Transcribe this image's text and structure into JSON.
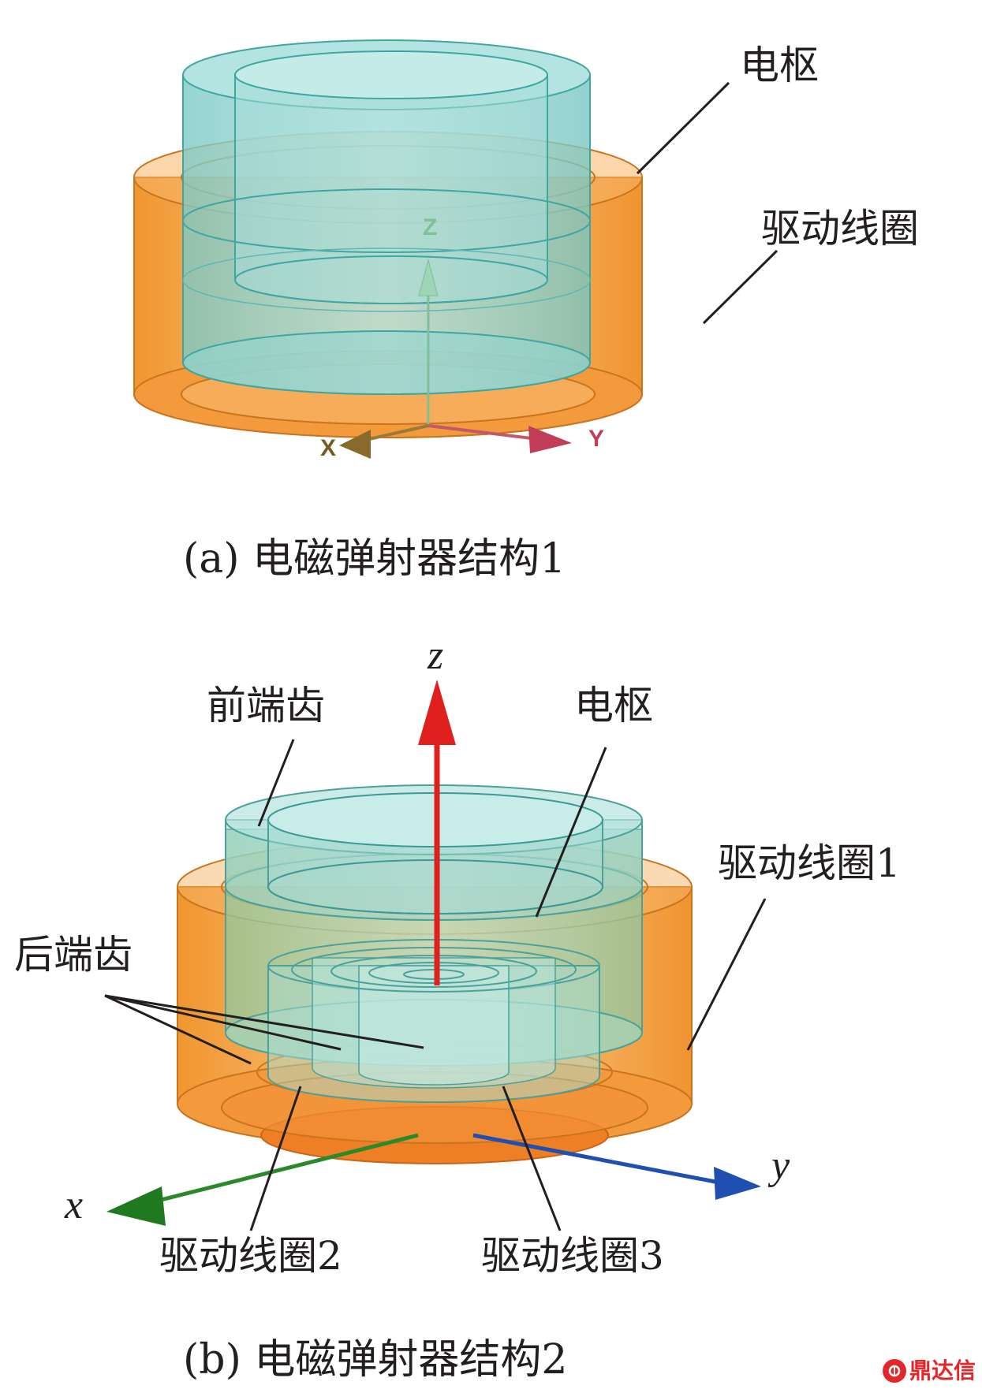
{
  "panel_a": {
    "labels": {
      "armature": "电枢",
      "drive_coil": "驱动线圈"
    },
    "axes": {
      "z": "Z",
      "x": "X",
      "y": "Y"
    },
    "caption": "(a)  电磁弹射器结构1"
  },
  "panel_b": {
    "labels": {
      "front_teeth": "前端齿",
      "armature": "电枢",
      "drive_coil_1": "驱动线圈1",
      "rear_teeth": "后端齿",
      "drive_coil_2": "驱动线圈2",
      "drive_coil_3": "驱动线圈3"
    },
    "axes": {
      "z": "z",
      "x": "x",
      "y": "y"
    },
    "caption": "(b)  电磁弹射器结构2"
  },
  "colors": {
    "coil_orange": "#f4a24a",
    "coil_dark": "#d97a22",
    "armature_cyan": "#8ed3d0",
    "armature_edge": "#3fa6a2",
    "axis_red": "#e0201c",
    "axis_green": "#2a8a2a",
    "axis_blue": "#1f4fb0",
    "leader_line": "#231f20"
  },
  "watermark": {
    "icon": "brand-logo-icon",
    "text": "鼎达信"
  }
}
